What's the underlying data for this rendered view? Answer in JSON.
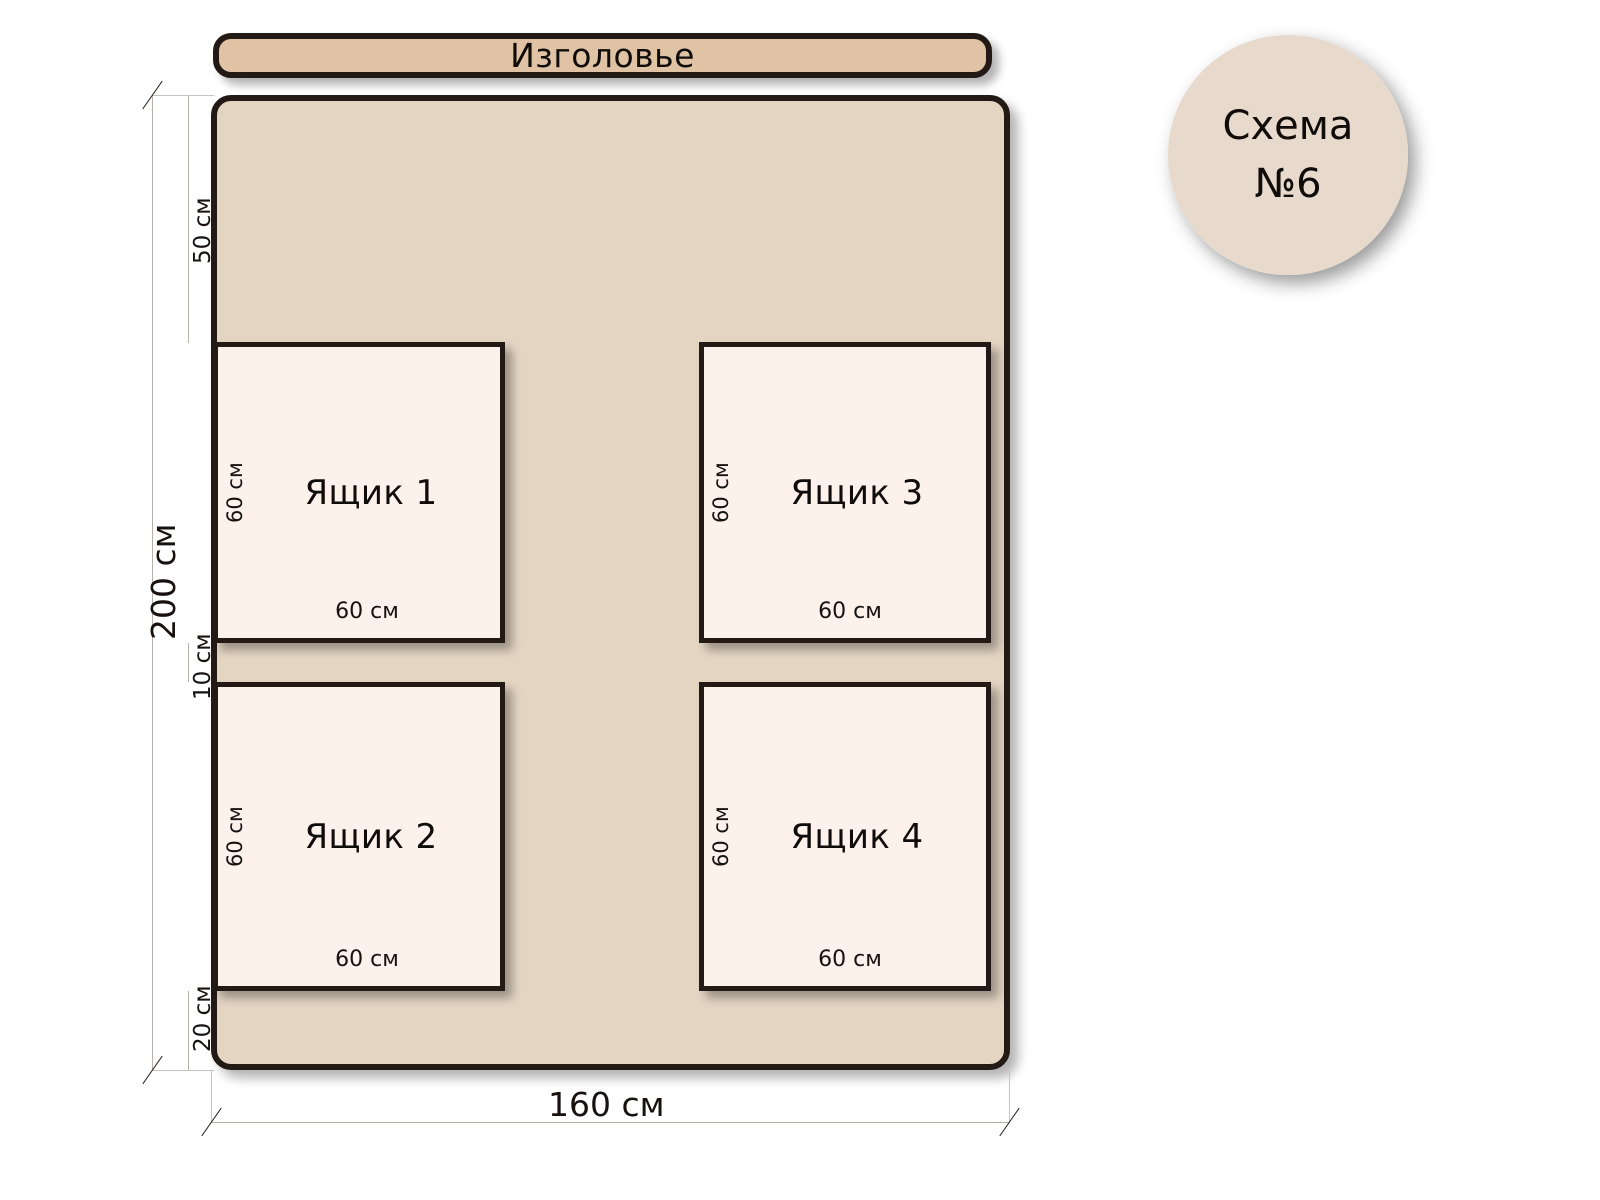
{
  "diagram": {
    "title_badge": {
      "line1": "Схема",
      "line2": "№6",
      "fill": "#E7DACD"
    },
    "headboard": {
      "label": "Изголовье",
      "fill": "#DFC3A4"
    },
    "bed": {
      "fill": "#E4D5C3",
      "border": "#231A16",
      "width_label": "160 см",
      "height_label": "200 см"
    },
    "drawers": [
      {
        "id": 1,
        "label": "Ящик 1",
        "height_label": "60 см",
        "width_label": "60 см"
      },
      {
        "id": 2,
        "label": "Ящик 2",
        "height_label": "60 см",
        "width_label": "60 см"
      },
      {
        "id": 3,
        "label": "Ящик 3",
        "height_label": "60 см",
        "width_label": "60 см"
      },
      {
        "id": 4,
        "label": "Ящик 4",
        "height_label": "60 см",
        "width_label": "60 см"
      }
    ],
    "dimensions": {
      "top_offset": "50 см",
      "gap_between_rows": "10 см",
      "bottom_offset": "20 см",
      "total_height": "200 см",
      "total_width": "160 см"
    },
    "colors": {
      "drawer_fill": "#FCF1EB",
      "line": "#B7B0AC",
      "text": "#100C0A"
    }
  }
}
